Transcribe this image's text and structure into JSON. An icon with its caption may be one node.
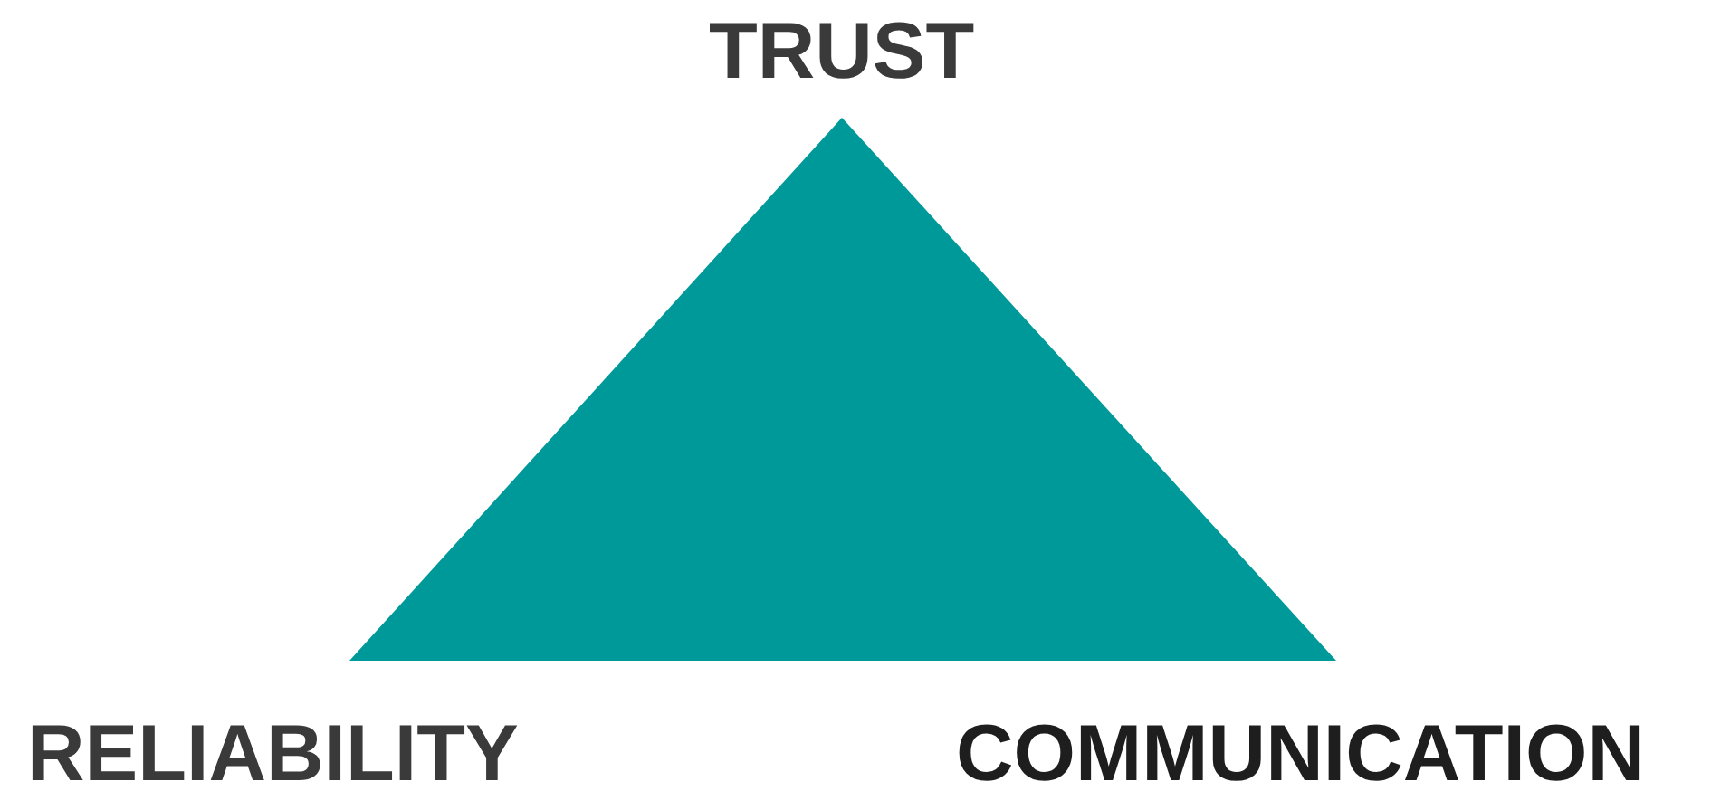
{
  "diagram": {
    "labels": [
      "TRUST",
      "RELIABILITY",
      "COMMUNICATION"
    ]
  }
}
